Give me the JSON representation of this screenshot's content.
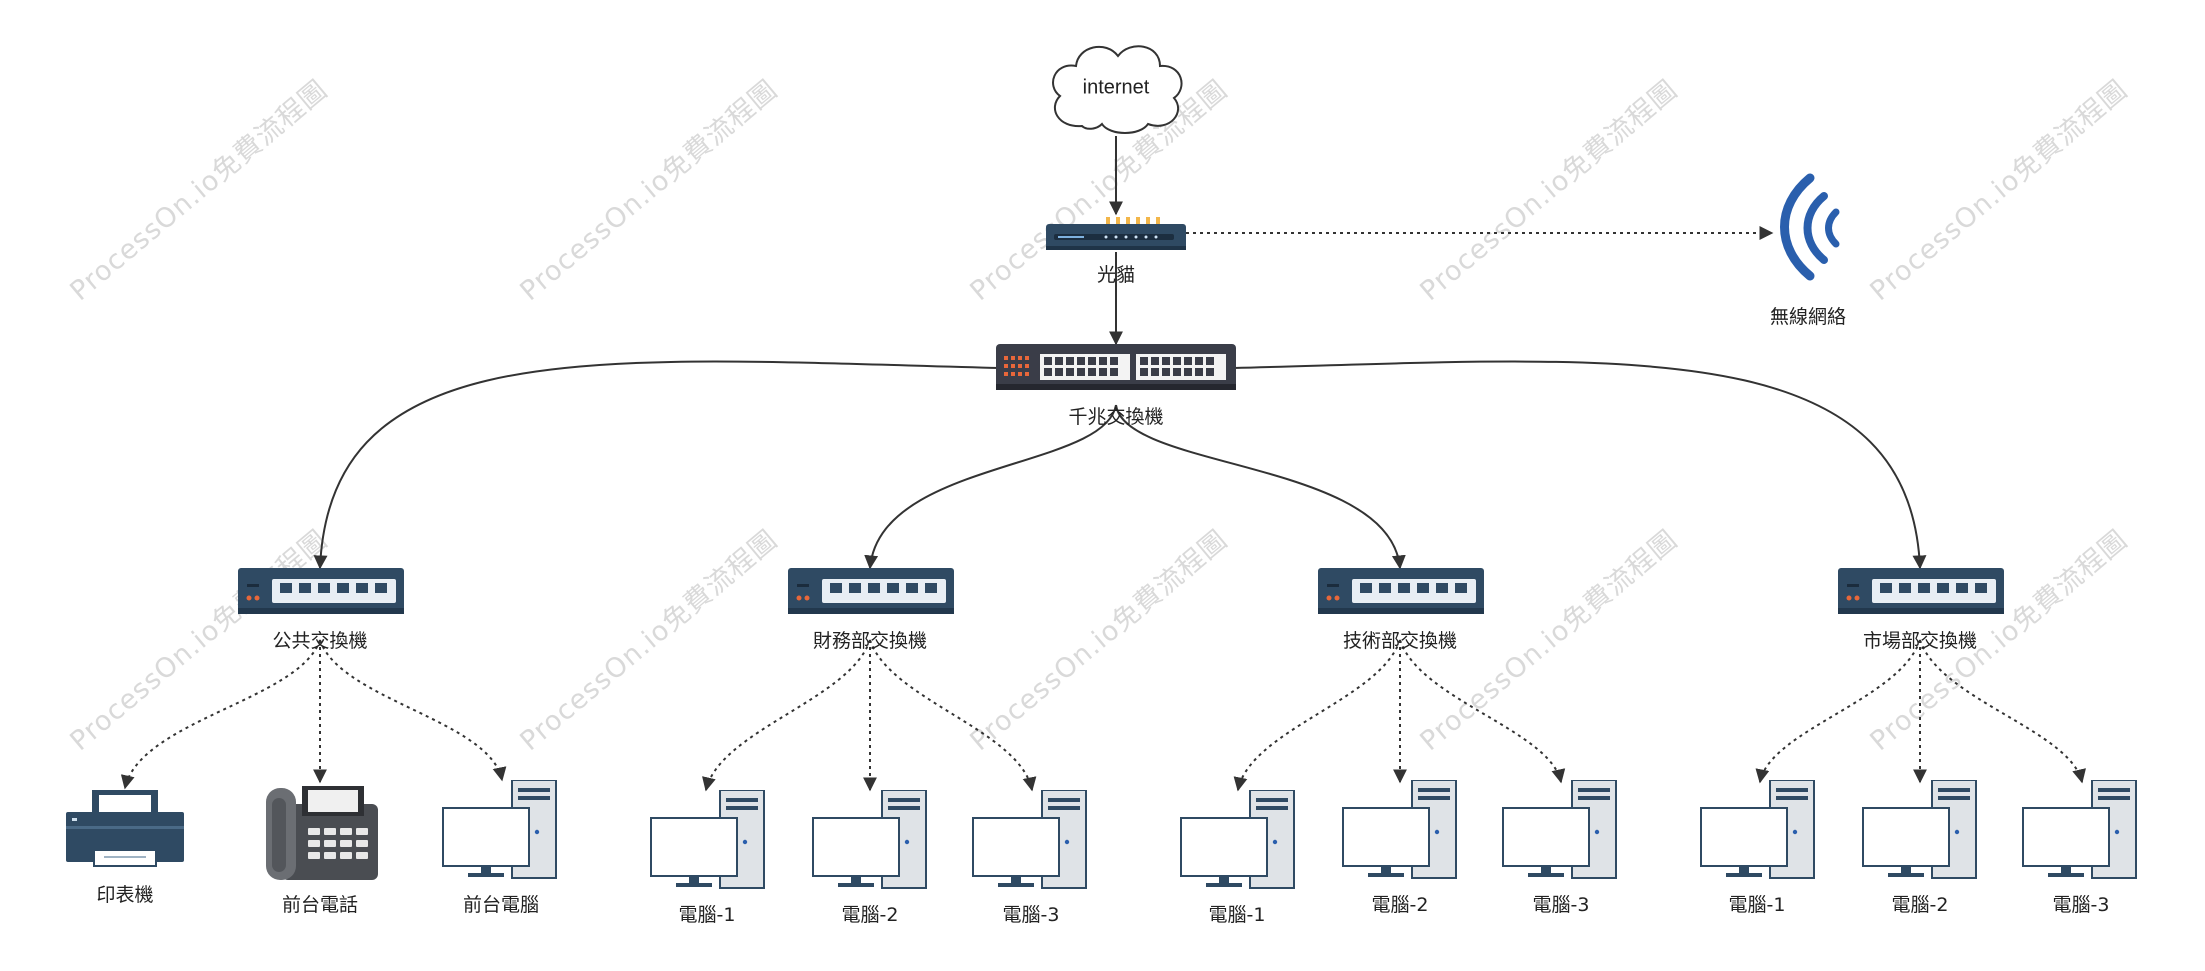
{
  "watermark": "ProcessOn.io免費流程圖",
  "colors": {
    "device_dark": "#2f4a63",
    "port": "#ffffff",
    "wifi": "#2a5fad",
    "line": "#333333"
  },
  "cloud": {
    "label": "internet"
  },
  "modem": {
    "label": "光貓"
  },
  "wireless": {
    "label": "無線網絡"
  },
  "core_switch": {
    "label": "千兆交換機"
  },
  "switches": [
    {
      "label": "公共交換機",
      "devices": [
        {
          "type": "printer-icon",
          "label": "印表機"
        },
        {
          "type": "phone-icon",
          "label": "前台電話"
        },
        {
          "type": "computer-icon",
          "label": "前台電腦"
        }
      ]
    },
    {
      "label": "財務部交換機",
      "devices": [
        {
          "type": "computer-icon",
          "label": "電腦-1"
        },
        {
          "type": "computer-icon",
          "label": "電腦-2"
        },
        {
          "type": "computer-icon",
          "label": "電腦-3"
        }
      ]
    },
    {
      "label": "技術部交換機",
      "devices": [
        {
          "type": "computer-icon",
          "label": "電腦-1"
        },
        {
          "type": "computer-icon",
          "label": "電腦-2"
        },
        {
          "type": "computer-icon",
          "label": "電腦-3"
        }
      ]
    },
    {
      "label": "市場部交換機",
      "devices": [
        {
          "type": "computer-icon",
          "label": "電腦-1"
        },
        {
          "type": "computer-icon",
          "label": "電腦-2"
        },
        {
          "type": "computer-icon",
          "label": "電腦-3"
        }
      ]
    }
  ]
}
